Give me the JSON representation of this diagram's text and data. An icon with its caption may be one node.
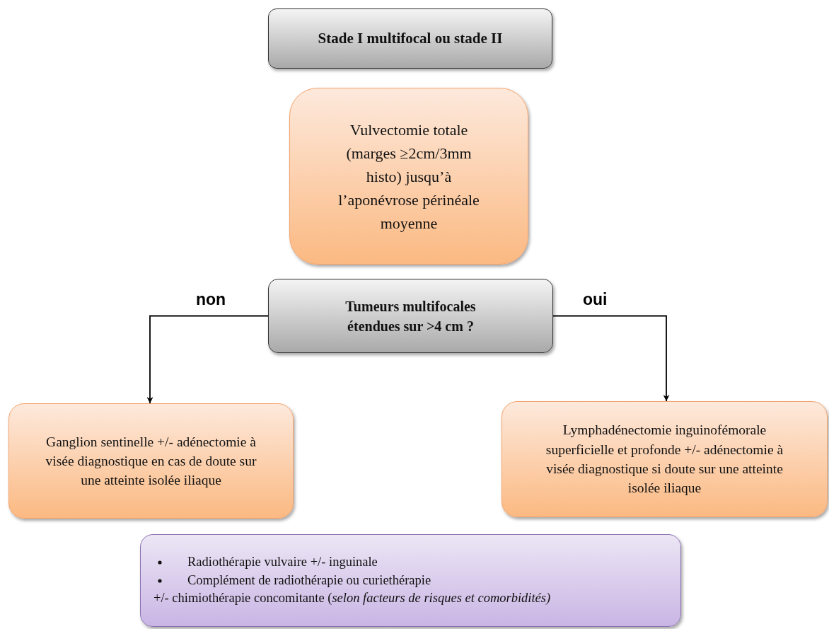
{
  "diagram": {
    "nodes": [
      {
        "text": [
          "Stade I multifocal ou stade II"
        ]
      },
      {
        "text": [
          "Vulvectomie totale (marges ≥2cm/3mm histo) jusqu’à l’aponévrose périnéale moyenne"
        ]
      },
      {
        "text": [
          "Tumeurs multifocales étendues sur >4 cm ?"
        ]
      },
      {
        "text": [
          "Ganglion sentinelle +/- adénectomie à visée diagnostique en cas de doute sur une atteinte isolée iliaque"
        ]
      },
      {
        "text": [
          "Lymphadénectomie inguinofémorale superficielle et profonde +/- adénectomie à visée diagnostique si doute sur une atteinte isolée iliaque"
        ]
      },
      {
        "text": [
          "Radiothérapie vulvaire +/- inguinale",
          "Complément de radiothérapie ou curiethérapie",
          "+/- chimiothérapie concomitante (*selon facteurs de risques et comorbidités)*"
        ]
      }
    ],
    "edges": [
      {
        "from": 2,
        "to": 3,
        "arrow": "to",
        "label": "non"
      },
      {
        "from": 2,
        "to": 4,
        "arrow": "to",
        "label": "oui"
      }
    ]
  }
}
